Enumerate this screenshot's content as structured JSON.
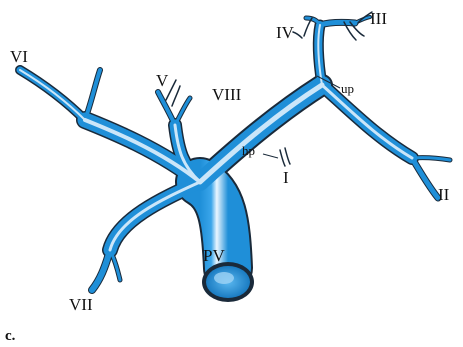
{
  "colors": {
    "vessel_outline": "#1a2a3a",
    "vessel_fill_dark": "#1f8fd8",
    "vessel_fill_light": "#eaf6ff",
    "background": "#ffffff"
  },
  "labels": {
    "pv": "PV",
    "segment_1": "I",
    "segment_2": "II",
    "segment_3": "III",
    "segment_4": "IV",
    "segment_5": "V",
    "segment_6": "VI",
    "segment_7": "VII",
    "segment_8": "VIII",
    "hp": "hp",
    "up": "up",
    "panel_letter": "c."
  }
}
